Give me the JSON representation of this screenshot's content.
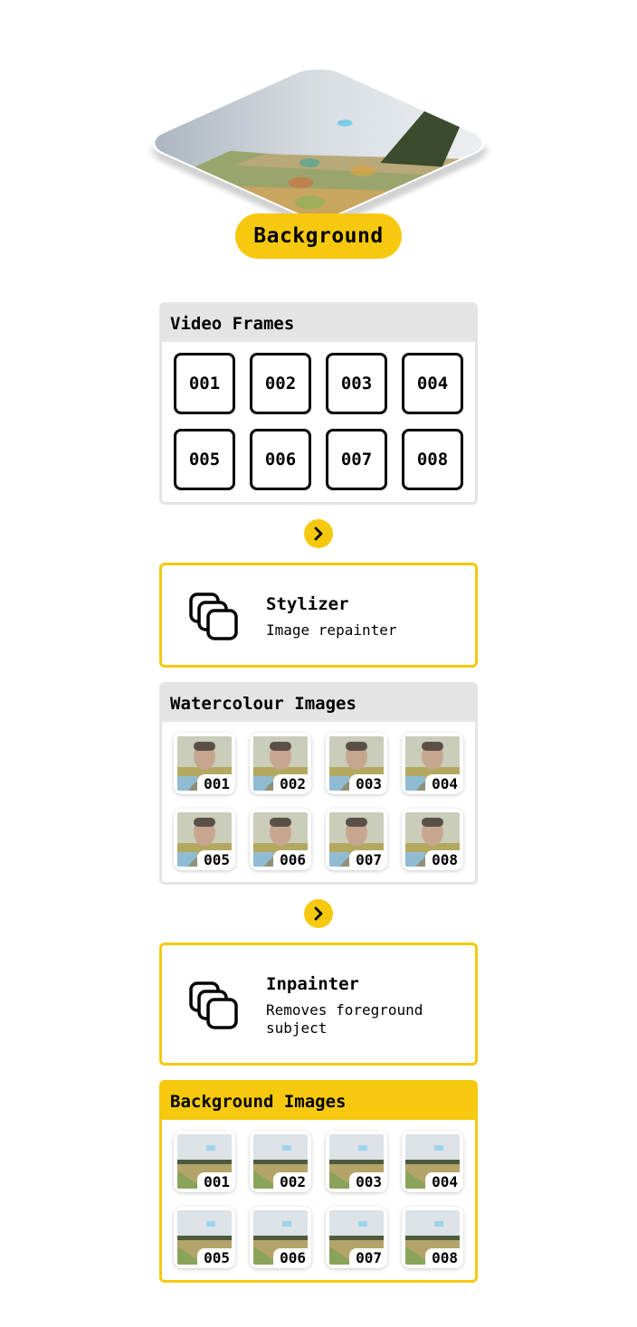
{
  "hero": {
    "label": "Background",
    "image_icon": "landscape-painting-image"
  },
  "video_frames": {
    "title": "Video Frames",
    "frames": [
      "001",
      "002",
      "003",
      "004",
      "005",
      "006",
      "007",
      "008"
    ]
  },
  "stylizer": {
    "icon": "stacked-squares-icon",
    "title": "Stylizer",
    "subtitle": "Image repainter"
  },
  "watercolour_images": {
    "title": "Watercolour Images",
    "items": [
      "001",
      "002",
      "003",
      "004",
      "005",
      "006",
      "007",
      "008"
    ]
  },
  "inpainter": {
    "icon": "stacked-squares-icon",
    "title": "Inpainter",
    "subtitle": "Removes foreground subject"
  },
  "background_images": {
    "title": "Background Images",
    "items": [
      "001",
      "002",
      "003",
      "004",
      "005",
      "006",
      "007",
      "008"
    ]
  },
  "arrows": {
    "icon": "chevron-right-icon"
  },
  "colors": {
    "accent": "#f6c90e",
    "panel_grey": "#e4e4e4",
    "ink": "#000000"
  }
}
